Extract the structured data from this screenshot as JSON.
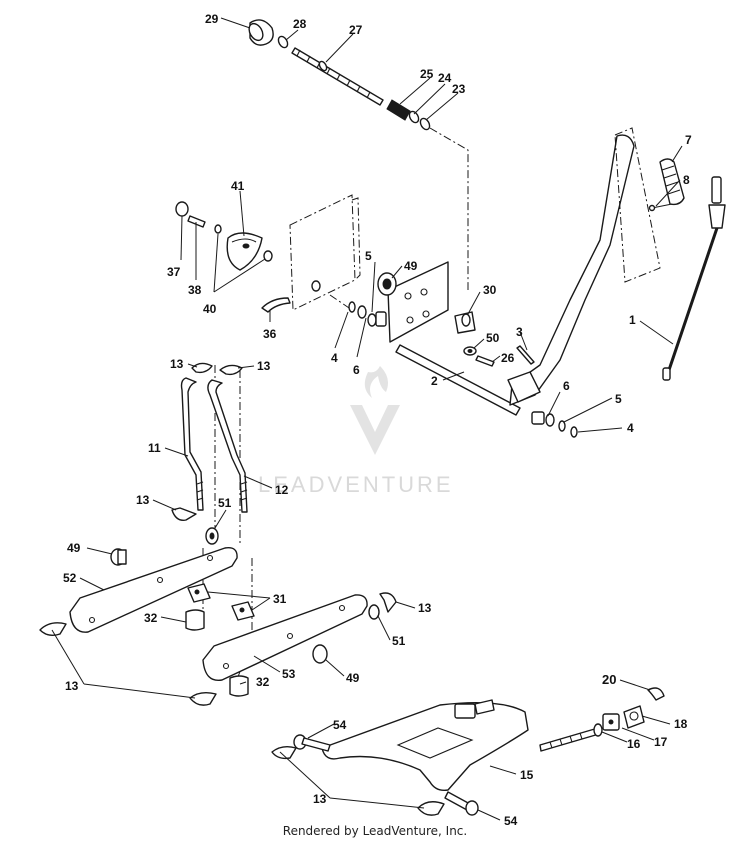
{
  "callouts": {
    "c1": "1",
    "c2": "2",
    "c3": "3",
    "c4a": "4",
    "c4b": "4",
    "c5a": "5",
    "c5b": "5",
    "c6a": "6",
    "c6b": "6",
    "c7": "7",
    "c8": "8",
    "c11": "11",
    "c12": "12",
    "c13a": "13",
    "c13b": "13",
    "c13c": "13",
    "c13d": "13",
    "c13e": "13",
    "c13f": "13",
    "c15": "15",
    "c16": "16",
    "c17": "17",
    "c18": "18",
    "c20": "20",
    "c23": "23",
    "c24": "24",
    "c25": "25",
    "c26": "26",
    "c27": "27",
    "c28": "28",
    "c29": "29",
    "c30": "30",
    "c31": "31",
    "c32a": "32",
    "c32b": "32",
    "c36": "36",
    "c37": "37",
    "c38": "38",
    "c40": "40",
    "c41": "41",
    "c49a": "49",
    "c49b": "49",
    "c49c": "49",
    "c50": "50",
    "c51a": "51",
    "c51b": "51",
    "c52": "52",
    "c53": "53",
    "c54a": "54",
    "c54b": "54"
  },
  "watermark": "LEADVENTURE",
  "footer": "Rendered by LeadVenture, Inc."
}
